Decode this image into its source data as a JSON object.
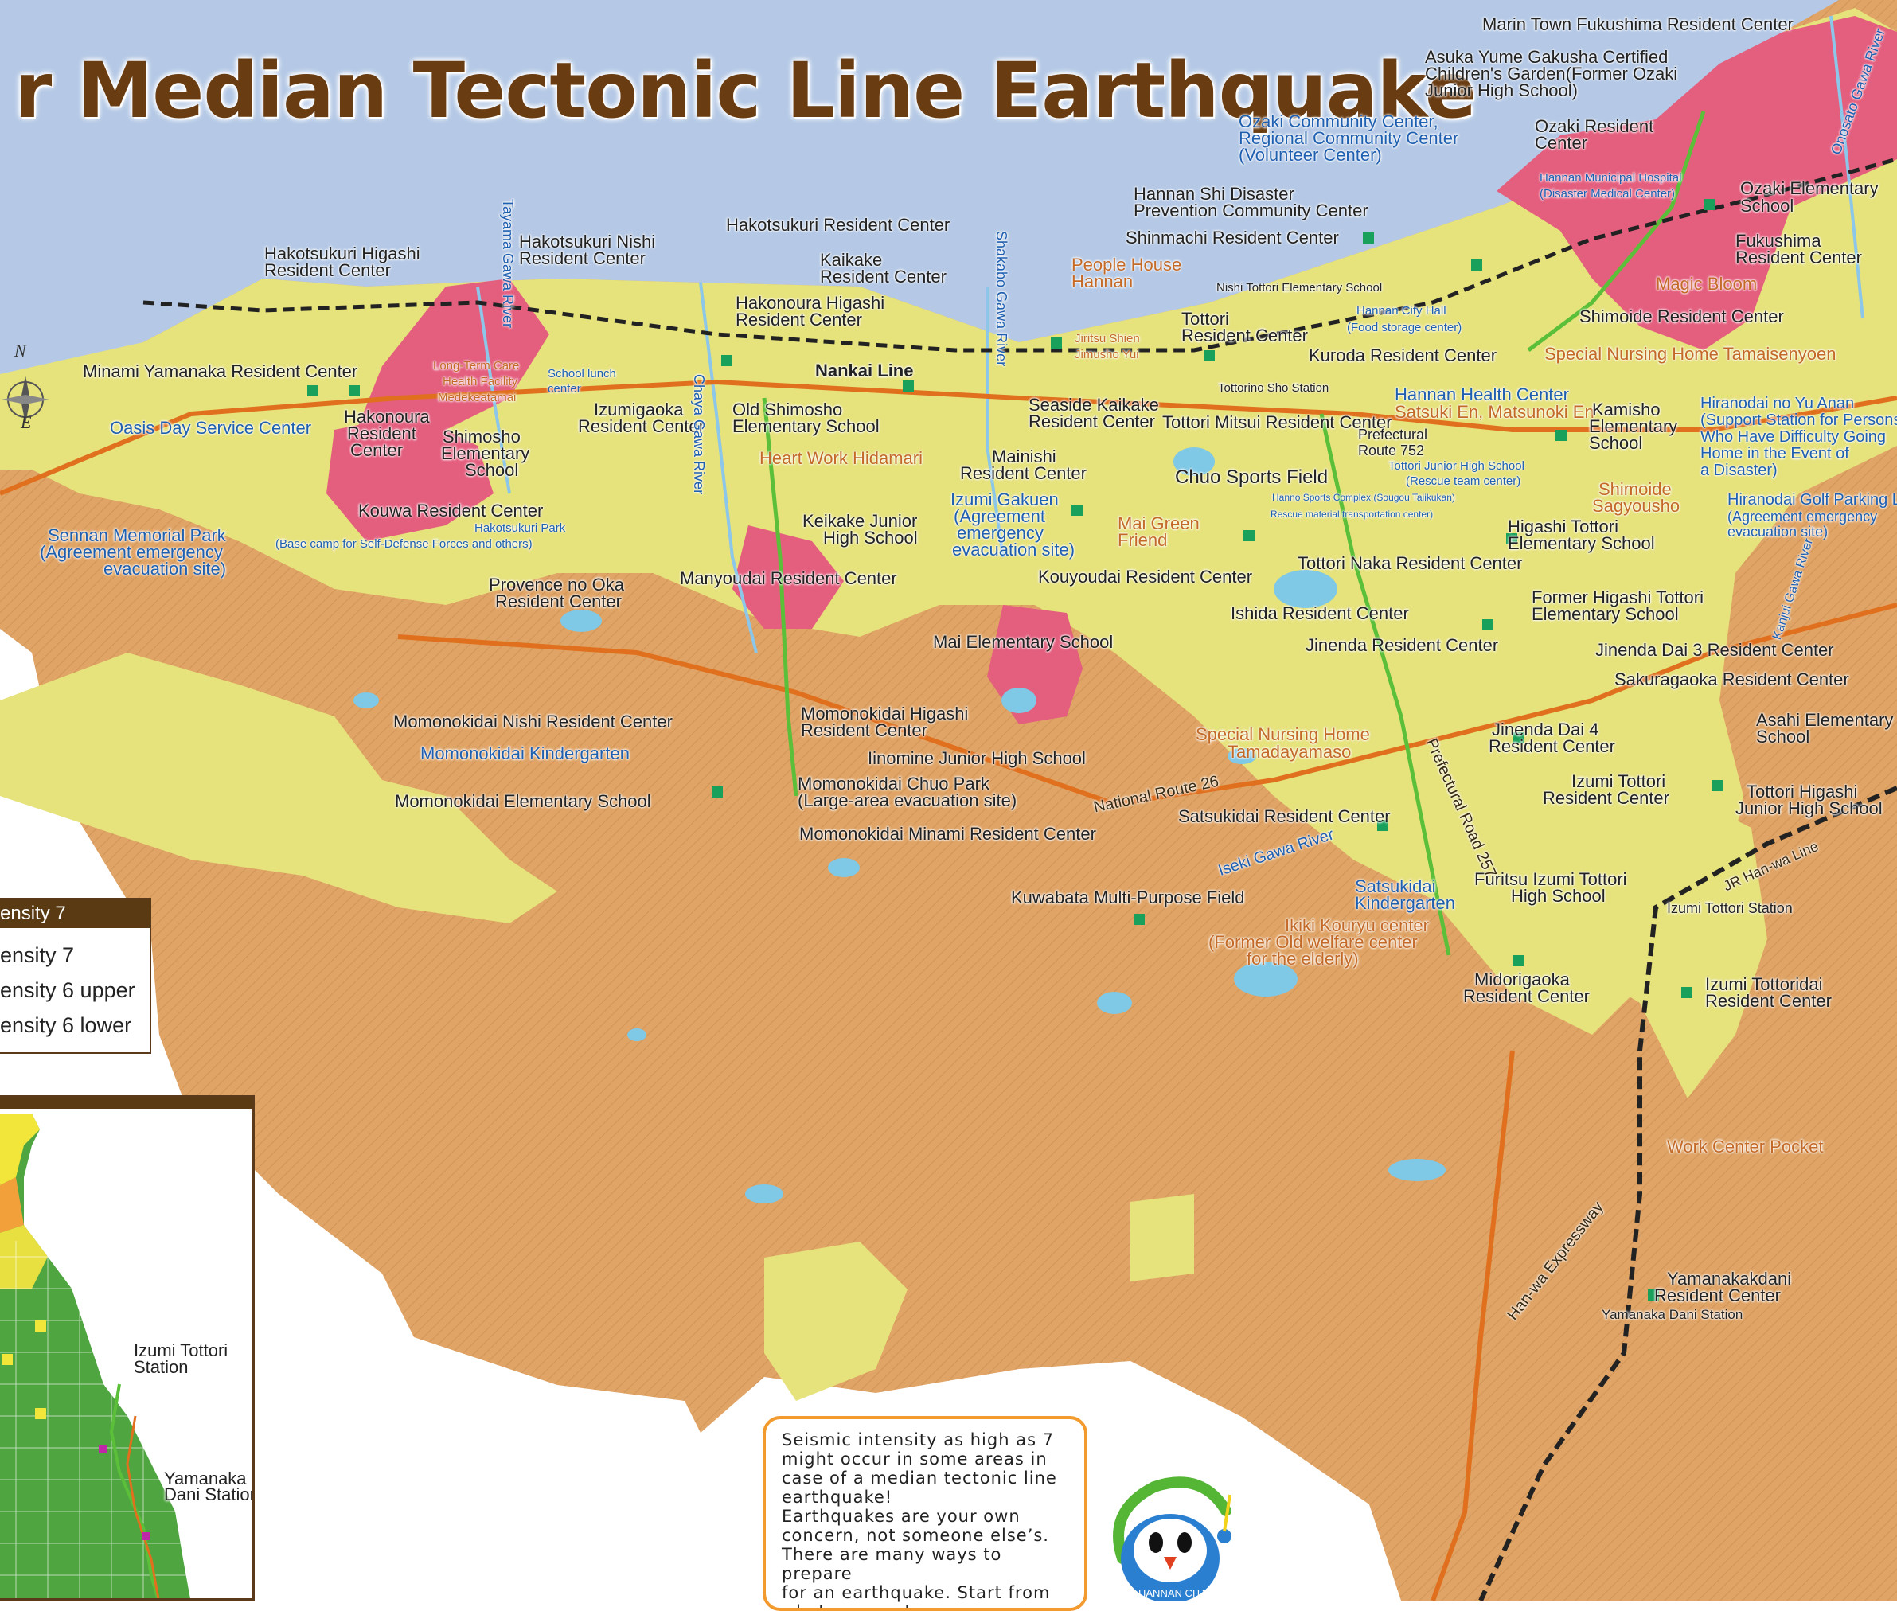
{
  "title": "r Median Tectonic Line Earthquake",
  "compass": {
    "north": "N",
    "east": "E"
  },
  "labels": {
    "marin_town": "Marin Town Fukushima Resident Center",
    "asuka_1": "Asuka Yume Gakusha Certified",
    "asuka_2": "Children's Garden(Former Ozaki",
    "asuka_3": "Junior High School)",
    "ozaki_cc_1": "Ozaki Community Center,",
    "ozaki_cc_2": "Regional Community Center",
    "ozaki_cc_3": "(Volunteer Center)",
    "ozaki_res_1": "Ozaki Resident",
    "ozaki_res_2": "Center",
    "hospital_1": "Hannan Municipal Hospital",
    "hospital_2": "(Disaster Medical Center)",
    "ozaki_es_1": "Ozaki Elementary",
    "ozaki_es_2": "School",
    "fukushima_1": "Fukushima",
    "fukushima_2": "Resident Center",
    "magic_bloom": "Magic Bloom",
    "disaster_prev_1": "Hannan Shi Disaster",
    "disaster_prev_2": "Prevention Community Center",
    "shinmachi": "Shinmachi Resident Center",
    "hakotsukuri_res": "Hakotsukuri Resident Center",
    "hakotsukuri_nishi_1": "Hakotsukuri Nishi",
    "hakotsukuri_nishi_2": "Resident Center",
    "hakotsukuri_higashi_1": "Hakotsukuri Higashi",
    "hakotsukuri_higashi_2": "Resident Center",
    "kaikake_1": "Kaikake",
    "kaikake_2": "Resident Center",
    "hakonoura_higashi_1": "Hakonoura Higashi",
    "hakonoura_higashi_2": "Resident Center",
    "people_house_1": "People House",
    "people_house_2": "Hannan",
    "nishi_tottori_es": "Nishi Tottori Elementary School",
    "city_hall_1": "Hannan City Hall",
    "city_hall_2": "(Food storage center)",
    "tottori_res_1": "Tottori",
    "tottori_res_2": "Resident Center",
    "kuroda": "Kuroda Resident Center",
    "shimoide": "Shimoide Resident Center",
    "tamaisenyoen": "Special Nursing Home Tamaisenyoen",
    "jiritsu_1": "Jiritsu Shien",
    "jiritsu_2": "Jimusho Yui",
    "nankai_line": "Nankai Line",
    "minami_yamanaka": "Minami Yamanaka Resident Center",
    "longterm_1": "Long-Term Care",
    "longterm_2": "Health Facility",
    "longterm_3": "Medekeatamai",
    "school_lunch_1": "School lunch",
    "school_lunch_2": "center",
    "izumigaoka_1": "Izumigaoka",
    "izumigaoka_2": "Resident Center",
    "old_shimosho_1": "Old Shimosho",
    "old_shimosho_2": "Elementary School",
    "seaside_kaikake_1": "Seaside Kaikake",
    "seaside_kaikake_2": "Resident Center",
    "tottorino_sho": "Tottorino Sho Station",
    "tottori_mitsui": "Tottori Mitsui Resident Center",
    "health_center": "Hannan Health Center",
    "satsuki_en": "Satsuki En, Matsunoki En",
    "kamisho_1": "Kamisho",
    "kamisho_2": "Elementary",
    "kamisho_3": "School",
    "hiranodai_yu_1": "Hiranodai no Yu Anan",
    "hiranodai_yu_2": "(Support Station for Persons",
    "hiranodai_yu_3": "Who Have Difficulty Going",
    "hiranodai_yu_4": "Home in the Event of",
    "hiranodai_yu_5": "a Disaster)",
    "oasis": "Oasis Day Service Center",
    "hakonoura_res_1": "Hakonoura",
    "hakonoura_res_2": "Resident",
    "hakonoura_res_3": "Center",
    "shimosho_es_1": "Shimosho",
    "shimosho_es_2": "Elementary",
    "shimosho_es_3": "School",
    "heart_work": "Heart Work Hidamari",
    "mainishi_1": "Mainishi",
    "mainishi_2": "Resident Center",
    "pref_route_752_1": "Prefectural",
    "pref_route_752_2": "Route 752",
    "tottori_jhs_1": "Tottori Junior High School",
    "tottori_jhs_2": "(Rescue team center)",
    "chuo_sports": "Chuo Sports Field",
    "hanno_sports_1": "Hanno Sports Complex (Sougou Taiikukan)",
    "hanno_sports_2": "Rescue material transportation center)",
    "shimoide_sagyousho_1": "Shimoide",
    "shimoide_sagyousho_2": "Sagyousho",
    "hiranodai_golf_1": "Hiranodai Golf Parking Lot",
    "hiranodai_golf_2": "(Agreement emergency",
    "hiranodai_golf_3": "evacuation site)",
    "kouwa": "Kouwa Resident Center",
    "hakotsukuri_park_1": "Hakotsukuri Park",
    "hakotsukuri_park_2": "(Base camp for Self-Defense Forces and others)",
    "sennan_1": "Sennan Memorial Park",
    "sennan_2": "(Agreement emergency",
    "sennan_3": "evacuation site)",
    "keikake_1": "Keikake Junior",
    "keikake_2": "High School",
    "izumi_gakuen_1": "Izumi Gakuen",
    "izumi_gakuen_2": "(Agreement",
    "izumi_gakuen_3": "emergency",
    "izumi_gakuen_4": "evacuation site)",
    "mai_green_1": "Mai Green",
    "mai_green_2": "Friend",
    "higashi_tottori_1": "Higashi Tottori",
    "higashi_tottori_2": "Elementary School",
    "tottori_naka": "Tottori Naka Resident Center",
    "provence_1": "Provence no Oka",
    "provence_2": "Resident Center",
    "manyoudai": "Manyoudai Resident Center",
    "kouyoudai": "Kouyoudai Resident Center",
    "ishida": "Ishida Resident Center",
    "former_higashi_1": "Former Higashi Tottori",
    "former_higashi_2": "Elementary School",
    "mai_es": "Mai Elementary School",
    "jinenda": "Jinenda Resident Center",
    "jinenda3": "Jinenda Dai 3 Resident Center",
    "sakuragaoka": "Sakuragaoka Resident Center",
    "momonokidai_nishi": "Momonokidai Nishi Resident Center",
    "momonokidai_higashi_1": "Momonokidai Higashi",
    "momonokidai_higashi_2": "Resident Center",
    "tamadayamaso_1": "Special Nursing Home",
    "tamadayamaso_2": "Tamadayamaso",
    "jinenda4_1": "Jinenda Dai 4",
    "jinenda4_2": "Resident Center",
    "asahi_1": "Asahi Elementary",
    "asahi_2": "School",
    "momonokidai_kg": "Momonokidai Kindergarten",
    "iinomine": "Iinomine Junior High School",
    "momonokidai_chuo_1": "Momonokidai Chuo Park",
    "momonokidai_chuo_2": "(Large-area evacuation site)",
    "izumi_tottori_res_1": "Izumi Tottori",
    "izumi_tottori_res_2": "Resident Center",
    "tottori_higashi_1": "Tottori Higashi",
    "tottori_higashi_2": "Junior High School",
    "momonokidai_es": "Momonokidai Elementary School",
    "momonokidai_minami": "Momonokidai Minami Resident Center",
    "satsukidai_res": "Satsukidai Resident Center",
    "kuwabata": "Kuwabata Multi-Purpose Field",
    "satsukidai_kg_1": "Satsukidai",
    "satsukidai_kg_2": "Kindergarten",
    "furitsu_1": "Furitsu Izumi Tottori",
    "furitsu_2": "High School",
    "izumi_tottori_station": "Izumi Tottori Station",
    "ikiki_1": "Ikiki Kouryu center",
    "ikiki_2": "(Former Old welfare center",
    "ikiki_3": "for the elderly)",
    "midorigaoka_1": "Midorigaoka",
    "midorigaoka_2": "Resident Center",
    "izumi_tottoridai_1": "Izumi Tottoridai",
    "izumi_tottoridai_2": "Resident Center",
    "work_center": "Work Center Pocket",
    "yamanakadani_1": "Yamanakakdani",
    "yamanakadani_2": "Resident Center",
    "yamanaka_dani_station": "Yamanaka Dani Station"
  },
  "road_labels": {
    "national_route_26": "National Route 26",
    "pref_road_257": "Prefectural Road 257",
    "iseki_gawa": "Iseki Gawa River",
    "jr_hanwa": "JR Han-wa Line",
    "hanwa_expressway": "Han-wa Expressway",
    "tayama_gawa": "Tayama Gawa River",
    "chaya_gawa": "Chaya Gawa River",
    "shakabo_gawa": "Shakabo Gawa River",
    "onosato_gawa": "Onosato Gawa River",
    "kanjui_gawa": "Kanjui Gawa River"
  },
  "legend": {
    "heading": "ensity 7",
    "items": [
      {
        "label": "ensity 7",
        "color": "#e45e7e"
      },
      {
        "label": "ensity 6 upper",
        "color": "#e0a466"
      },
      {
        "label": "ensity 6 lower",
        "color": "#e6e27c"
      }
    ]
  },
  "inset": {
    "izumi_tottori_1": "Izumi Tottori",
    "izumi_tottori_2": "Station",
    "yamanaka_1": "Yamanaka",
    "yamanaka_2": "Dani Station"
  },
  "speech_bubble": {
    "line1": "Seismic intensity as high as 7",
    "line2": "might occur in some areas in",
    "line3": "case of a median tectonic line",
    "line4": "earthquake!",
    "line5": "Earthquakes are your own",
    "line6": "concern, not someone else’s.",
    "line7": "There are many ways to prepare",
    "line8": "for an earthquake. Start from",
    "line9": "what you can!"
  },
  "mascot": {
    "text": "HANNAN CITY"
  },
  "colors": {
    "sea": "#b5c9e6",
    "intensity_7": "#e45e7e",
    "intensity_6_upper": "#e0a466",
    "intensity_6_lower": "#e6e27c",
    "road_orange": "#e0701e",
    "road_green": "#5bbf3a",
    "rail": "#222222",
    "pond": "#7fc8e6",
    "facility_green": "#19a05a",
    "title_brown": "#6a3c12"
  }
}
